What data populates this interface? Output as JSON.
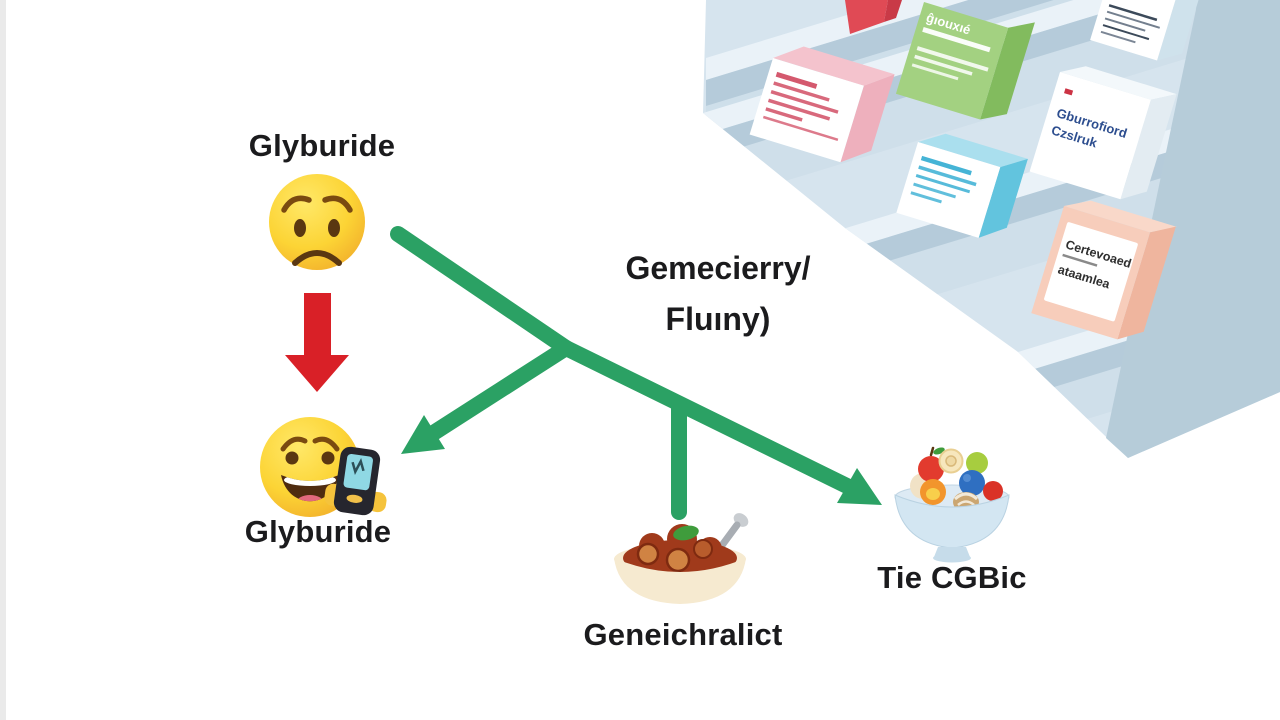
{
  "page": {
    "background": "#ffffff",
    "description_labels_count": 6
  },
  "labels": {
    "medication_top": "Glyburide",
    "medication_bottom": "Glyburide",
    "center_line1": "Gemecierry/",
    "center_line2": "Fluıny)",
    "chili_bowl_label": "Geneichralict",
    "fruit_bowl_label": "Tie CGBic"
  },
  "shelf_boxes": {
    "green_box_title": "ĝıouxıé",
    "white_box_line1": "Gburrofiord",
    "white_box_line2": "Czslruk",
    "peach_box_line1": "Certevoaed",
    "peach_box_line2": "ataamlea"
  },
  "colors": {
    "green_arrow": "#2ba164",
    "red_arrow": "#d92027",
    "label_text": "#1b1b1d",
    "shelf_back": "#d6e4ee",
    "shelf_column": "#b6ccd9",
    "shelf_board_light": "#eaf2f8",
    "shelf_board_front": "#b5cbda",
    "emoji_yellow": "#fcd435",
    "stew_red": "#a03a1b",
    "bowl_cream": "#f6ead0",
    "fruit_bowl_blue": "#d3e6f2"
  },
  "icons": {
    "worried_face": "worried-face-emoji",
    "happy_face": "happy-face-emoji",
    "glucose_meter": "glucose-meter-icon",
    "red_arrow": "red-down-arrow-icon",
    "green_arrow_main": "green-arrow-main",
    "green_arrow_branch": "green-arrow-branch",
    "chili_bowl": "chili-bowl-emoji",
    "fruit_bowl": "fruit-bowl-emoji",
    "shelf": "pharmacy-shelf-illustration"
  }
}
